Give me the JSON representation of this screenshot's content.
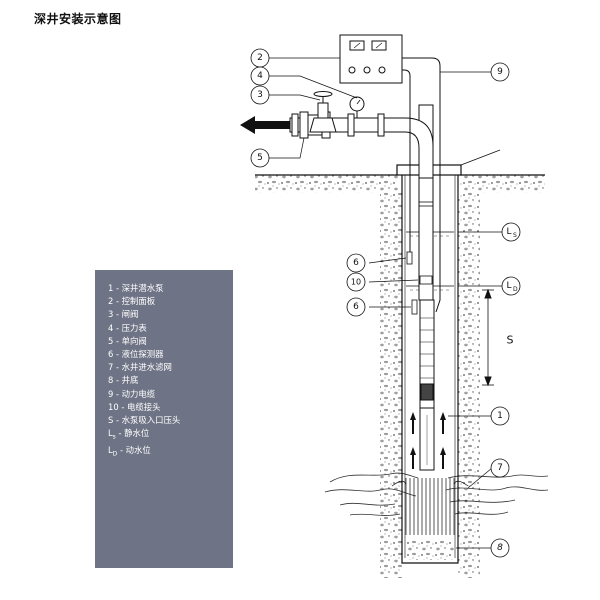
{
  "title": "深井安装示意图",
  "legend": [
    {
      "key": "1",
      "text": "1 - 深井潜水泵"
    },
    {
      "key": "2",
      "text": "2 - 控制面板"
    },
    {
      "key": "3",
      "text": "3 - 闸阀"
    },
    {
      "key": "4",
      "text": "4 - 压力表"
    },
    {
      "key": "5",
      "text": "5 - 单向阀"
    },
    {
      "key": "6",
      "text": "6 - 液位探测器"
    },
    {
      "key": "7",
      "text": "7 - 水井进水滤网"
    },
    {
      "key": "8",
      "text": "8 - 井底"
    },
    {
      "key": "9",
      "text": "9 - 动力电缆"
    },
    {
      "key": "10",
      "text": "10 - 电缆接头"
    },
    {
      "key": "S",
      "text": "S - 水泵吸入口压头"
    },
    {
      "key": "LS",
      "text": "Ls - 静水位",
      "main": "L",
      "sub": "s",
      "rest": " - 静水位"
    },
    {
      "key": "LD",
      "text": "LD - 动水位",
      "main": "L",
      "sub": "D",
      "rest": " - 动水位"
    }
  ],
  "callouts": {
    "c2": "2",
    "c4": "4",
    "c3": "3",
    "c5": "5",
    "c9": "9",
    "c6a": "6",
    "c10": "10",
    "c6b": "6",
    "c1": "1",
    "c7": "7",
    "c8": "8",
    "ls_main": "L",
    "ls_sub": "S",
    "ld_main": "L",
    "ld_sub": "D",
    "s": "S"
  },
  "colors": {
    "legend_bg": "#6e7385",
    "line": "#111111"
  }
}
